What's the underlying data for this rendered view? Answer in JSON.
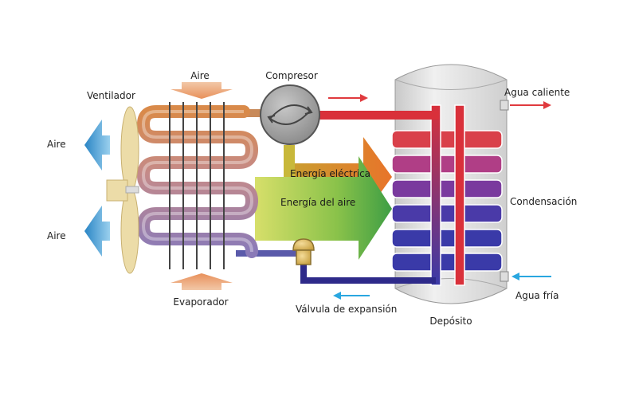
{
  "labels": {
    "air_top": "Aire",
    "compressor": "Compresor",
    "fan": "Ventilador",
    "air_left_top": "Aire",
    "air_left_bottom": "Aire",
    "hot_water": "Agua caliente",
    "condensation": "Condensación",
    "cold_water": "Agua fría",
    "evaporator": "Evaporador",
    "expansion_valve": "Válvula de expansión",
    "tank": "Depósito",
    "electric_energy": "Energía eléctrica",
    "air_energy": "Energía del aire"
  },
  "colors": {
    "hot_arrow": "#e03a3e",
    "cold_arrow": "#2aa7e0",
    "coil_warm": "#d98a4a",
    "coil_cool": "#8a7ab8",
    "pipe_dark": "#2e2a8a",
    "pipe_red": "#d9303a",
    "fan_blade": "#ecdca8",
    "air_arrow": "#3a8fc8",
    "air_in_arrow": "#e8a070",
    "energy_green": "#4aa84a",
    "energy_orange": "#e07a2a",
    "tank_body": "#e6e6e6"
  }
}
